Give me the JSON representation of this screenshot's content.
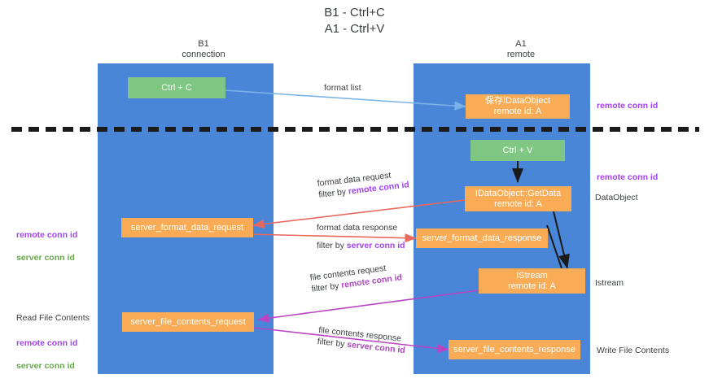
{
  "title": "B1 - Ctrl+C\nA1 - Ctrl+V",
  "columns": {
    "left": {
      "name": "B1",
      "role": "connection",
      "header": "B1\nconnection"
    },
    "right": {
      "name": "A1",
      "role": "remote",
      "header": "A1\nremote"
    }
  },
  "nodes": {
    "ctrl_c": {
      "label": "Ctrl + C",
      "color": "#80c783"
    },
    "ctrl_v": {
      "label": "Ctrl + V",
      "color": "#80c783"
    },
    "save_dataobject": {
      "label": "保存IDataObject\nremote id: A",
      "color": "#f9ab55"
    },
    "getdata": {
      "label": "IDataObject::GetData\nremote id: A",
      "color": "#f9ab55"
    },
    "server_format_data_request": {
      "label": "server_format_data_request",
      "color": "#f9ab55"
    },
    "server_format_data_response": {
      "label": "server_format_data_response",
      "color": "#f9ab55"
    },
    "istream": {
      "label": "IStream\nremote id: A",
      "color": "#f9ab55"
    },
    "server_file_contents_request": {
      "label": "server_file_contents_request",
      "color": "#f9ab55"
    },
    "server_file_contents_response": {
      "label": "server_file_contents_response",
      "color": "#f9ab55"
    }
  },
  "edges": {
    "format_list": {
      "label": "format list",
      "color": "#7ab3e8"
    },
    "format_data_request": {
      "label": "format data request",
      "filter_prefix": "filter by ",
      "filter_key": "remote conn id",
      "color": "#e8685d"
    },
    "format_data_response": {
      "label": "format data response",
      "filter_prefix": "filter by ",
      "filter_key": "server conn id",
      "color": "#e8685d"
    },
    "file_contents_request": {
      "label": "file contents request",
      "filter_prefix": "filter by ",
      "filter_key": "remote conn id",
      "color": "#bb43c4"
    },
    "file_contents_response": {
      "label": "file contents response",
      "filter_prefix": "filter by ",
      "filter_key": "server conn id",
      "color": "#bb43c4"
    }
  },
  "annotations": {
    "right_remote_conn_top": "remote conn id",
    "right_remote_conn_mid": "remote conn id",
    "right_dataobject": "DataObject",
    "right_istream": "Istream",
    "right_write_file_contents": "Write File Contents",
    "left_remote_conn_id": "remote conn id",
    "left_server_conn_id": "server conn id",
    "left_read_file_contents": "Read File Contents",
    "left_remote_conn_id_2": "remote conn id",
    "left_server_conn_id_2": "server conn id"
  },
  "colors": {
    "lane": "#4a86d8",
    "node_green": "#80c783",
    "node_orange": "#f9ab55",
    "accent_purple": "#a142f4",
    "accent_green": "#6aa84f",
    "arrow_red": "#e8685d",
    "arrow_blue": "#7ab3e8",
    "arrow_magenta": "#bb43c4",
    "separator": "#1a1a1a"
  }
}
